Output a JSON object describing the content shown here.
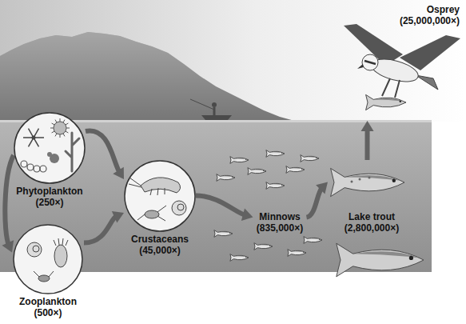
{
  "diagram": {
    "nodes": [
      {
        "text": [
          "Phytoplankton",
          "(250×)"
        ]
      },
      {
        "text": [
          "Zooplankton",
          "(500×)"
        ]
      },
      {
        "text": [
          "Crustaceans",
          "(45,000×)"
        ]
      },
      {
        "text": [
          "Minnows",
          "(835,000×)"
        ]
      },
      {
        "text": [
          "Lake trout",
          "(2,800,000×)"
        ]
      },
      {
        "text": [
          "Osprey",
          "(25,000,000×)"
        ]
      }
    ],
    "edges": [
      {
        "from": 0,
        "to": 2,
        "arrow": "to"
      },
      {
        "from": 0,
        "to": 1,
        "arrow": "to"
      },
      {
        "from": 1,
        "to": 2,
        "arrow": "to"
      },
      {
        "from": 2,
        "to": 3,
        "arrow": "to"
      },
      {
        "from": 3,
        "to": 4,
        "arrow": "to"
      },
      {
        "from": 4,
        "to": 5,
        "arrow": "to"
      }
    ]
  }
}
